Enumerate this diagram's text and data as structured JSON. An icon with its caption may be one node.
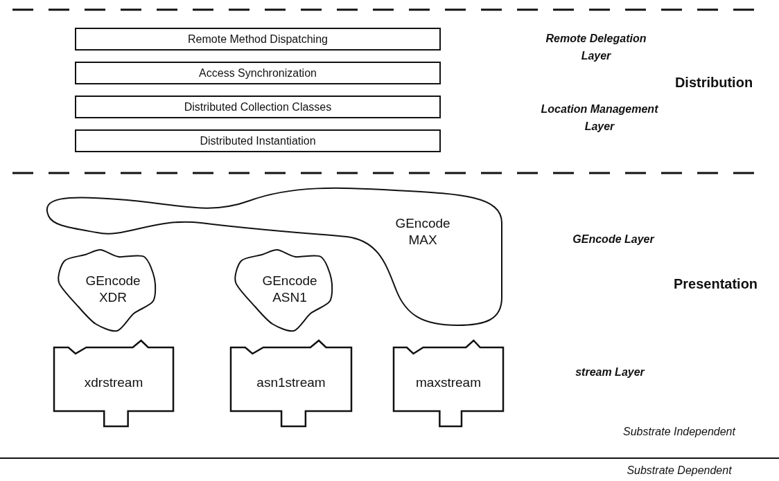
{
  "diagram": {
    "nodes": [
      {
        "text": [
          "Remote Method Dispatching"
        ]
      },
      {
        "text": [
          "Access Synchronization"
        ]
      },
      {
        "text": [
          "Distributed Collection Classes"
        ]
      },
      {
        "text": [
          "Distributed Instantiation"
        ]
      },
      {
        "text": [
          "GEncode MAX"
        ]
      },
      {
        "text": [
          "GEncode XDR"
        ]
      },
      {
        "text": [
          "GEncode ASN1"
        ]
      },
      {
        "text": [
          "xdrstream"
        ]
      },
      {
        "text": [
          "asn1stream"
        ]
      },
      {
        "text": [
          "maxstream"
        ]
      }
    ],
    "labels": [
      "Remote Delegation Layer",
      "Distribution",
      "Location Management Layer",
      "GEncode Layer",
      "Presentation",
      "stream Layer",
      "Substrate Independent",
      "Substrate Dependent"
    ]
  }
}
